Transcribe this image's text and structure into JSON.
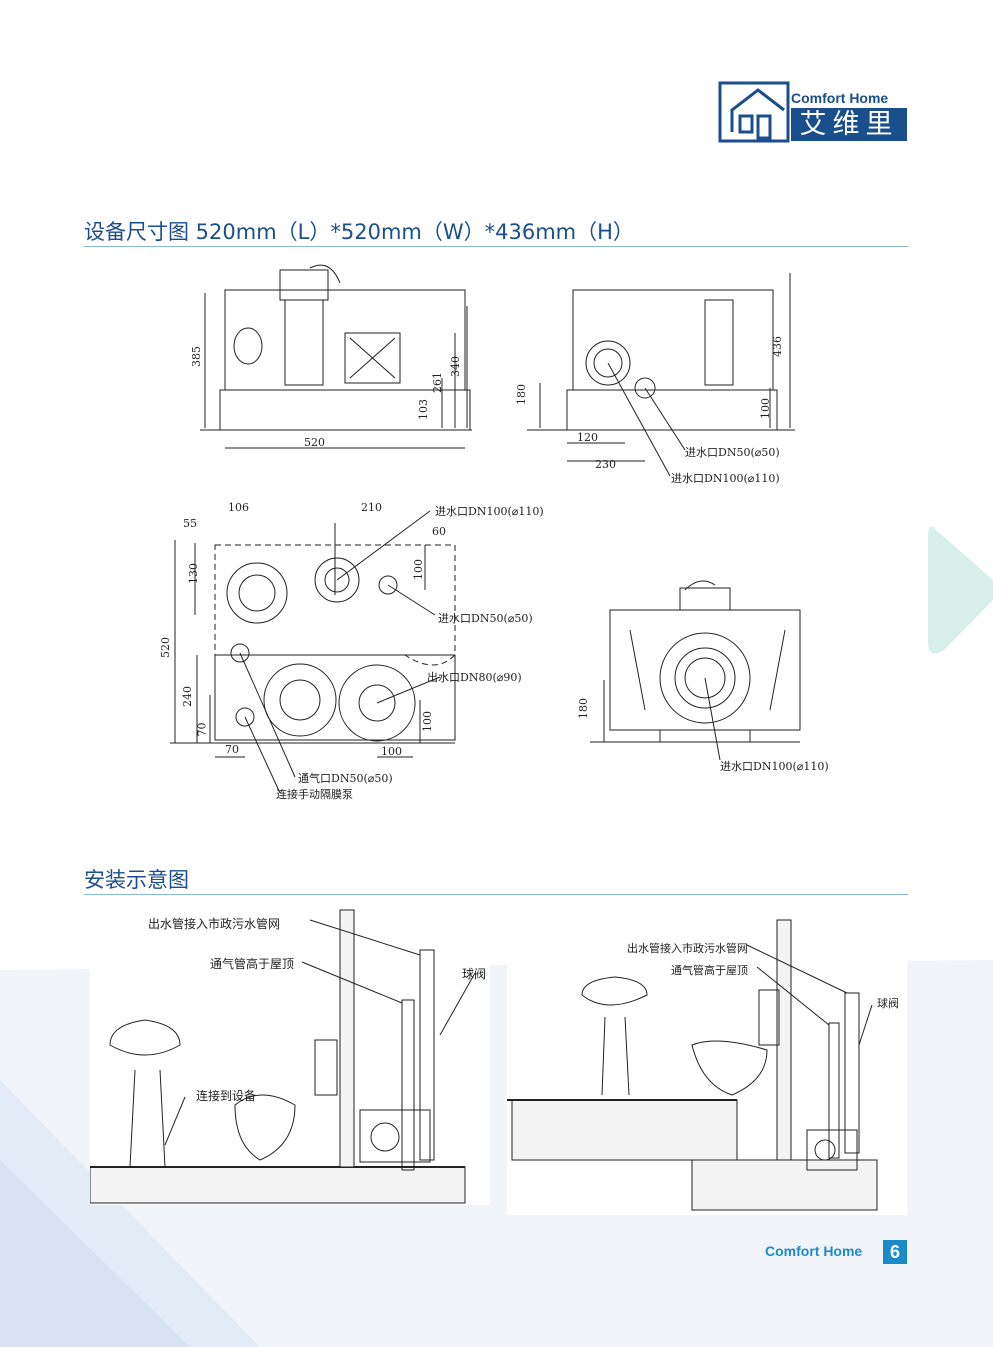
{
  "brand": {
    "name_en": "Comfort Home",
    "name_cn": "艾维里"
  },
  "sections": {
    "dimensions_title": "设备尺寸图  520mm（L）*520mm（W）*436mm（H）",
    "install_title": "安装示意图"
  },
  "dimension_drawings": {
    "front": {
      "h_385": "385",
      "h_340": "340",
      "h_261": "261",
      "h_103": "103",
      "w_520": "520"
    },
    "side": {
      "h_436": "436",
      "h_180": "180",
      "h_100": "100",
      "w_120": "120",
      "w_230": "230",
      "inlet_dn50": "进水口DN50(⌀50)",
      "inlet_dn100": "进水口DN100(⌀110)"
    },
    "top": {
      "d_106": "106",
      "d_55": "55",
      "d_210": "210",
      "d_60": "60",
      "d_130": "130",
      "d_100a": "100",
      "d_520": "520",
      "d_240": "240",
      "d_70a": "70",
      "d_70b": "70",
      "d_100b": "100",
      "d_100c": "100",
      "inlet_dn100": "进水口DN100(⌀110)",
      "inlet_dn50": "进水口DN50(⌀50)",
      "outlet_dn80": "出水口DN80(⌀90)",
      "vent_dn50": "通气口DN50(⌀50)",
      "diaphragm": "连接手动隔膜泵"
    },
    "back": {
      "h_180": "180",
      "inlet_dn100": "进水口DN100(⌀110)"
    }
  },
  "install_drawings": {
    "left": {
      "outlet_pipe": "出水管接入市政污水管网",
      "vent_pipe": "通气管高于屋顶",
      "ball_valve": "球阀",
      "connect": "连接到设备"
    },
    "right": {
      "outlet_pipe": "出水管接入市政污水管网",
      "vent_pipe": "通气管高于屋顶",
      "ball_valve": "球阀"
    }
  },
  "footer": {
    "brand": "Comfort Home",
    "page": "6"
  }
}
